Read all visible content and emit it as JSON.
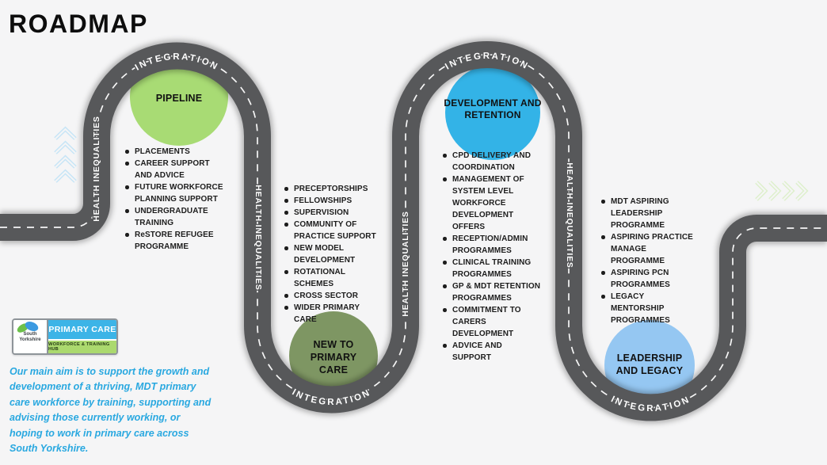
{
  "title": "ROADMAP",
  "road": {
    "integration_label": "INTEGRATION",
    "health_inequalities_label": "HEALTH INEQUALITIES",
    "road_color": "#57585a",
    "dash_color": "#ffffff"
  },
  "stations": [
    {
      "id": "pipeline",
      "label": "PIPELINE",
      "color": "#a8db74",
      "items": [
        "PLACEMENTS",
        "CAREER SUPPORT AND ADVICE",
        "FUTURE WORKFORCE PLANNING SUPPORT",
        "UNDERGRADUATE TRAINING",
        "ReSTORE REFUGEE PROGRAMME"
      ]
    },
    {
      "id": "new-to-primary-care",
      "label": "NEW TO PRIMARY CARE",
      "color": "#7e9663",
      "items": [
        "PRECEPTORSHIPS",
        "FELLOWSHIPS",
        "SUPERVISION",
        "COMMUNITY OF PRACTICE SUPPORT",
        "NEW MODEL DEVELOPMENT",
        "ROTATIONAL SCHEMES",
        "CROSS SECTOR",
        "WIDER PRIMARY CARE"
      ]
    },
    {
      "id": "development-and-retention",
      "label": "DEVELOPMENT AND RETENTION",
      "color": "#33b3e7",
      "items": [
        "CPD DELIVERY AND COORDINATION",
        "MANAGEMENT OF SYSTEM LEVEL WORKFORCE DEVELOPMENT OFFERS",
        "RECEPTION/ADMIN PROGRAMMES",
        "CLINICAL TRAINING PROGRAMMES",
        "GP & MDT RETENTION PROGRAMMES",
        "COMMITMENT TO CARERS DEVELOPMENT",
        "ADVICE AND SUPPORT"
      ]
    },
    {
      "id": "leadership-and-legacy",
      "label": "LEADERSHIP AND LEGACY",
      "color": "#95c7f2",
      "items": [
        "MDT ASPIRING LEADERSHIP PROGRAMME",
        "ASPIRING PRACTICE MANAGE PROGRAMME",
        "ASPIRING PCN PROGRAMMES",
        "LEGACY MENTORSHIP PROGRAMMES"
      ]
    }
  ],
  "logo": {
    "region_line1": "South",
    "region_line2": "Yorkshire",
    "primary_label": "PRIMARY CARE",
    "secondary_label": "WORKFORCE & TRAINING HUB",
    "primary_color": "#3cb4e7",
    "secondary_color": "#abd96e"
  },
  "mission_text": "Our main aim is to support the growth and development of a thriving, MDT primary care workforce by training, supporting and advising those currently working, or hoping to work in primary care across South Yorkshire.",
  "mission_color": "#29a8e0",
  "icons": {
    "left_chevrons": "up-chevrons-icon",
    "right_chevrons": "right-chevrons-icon"
  }
}
